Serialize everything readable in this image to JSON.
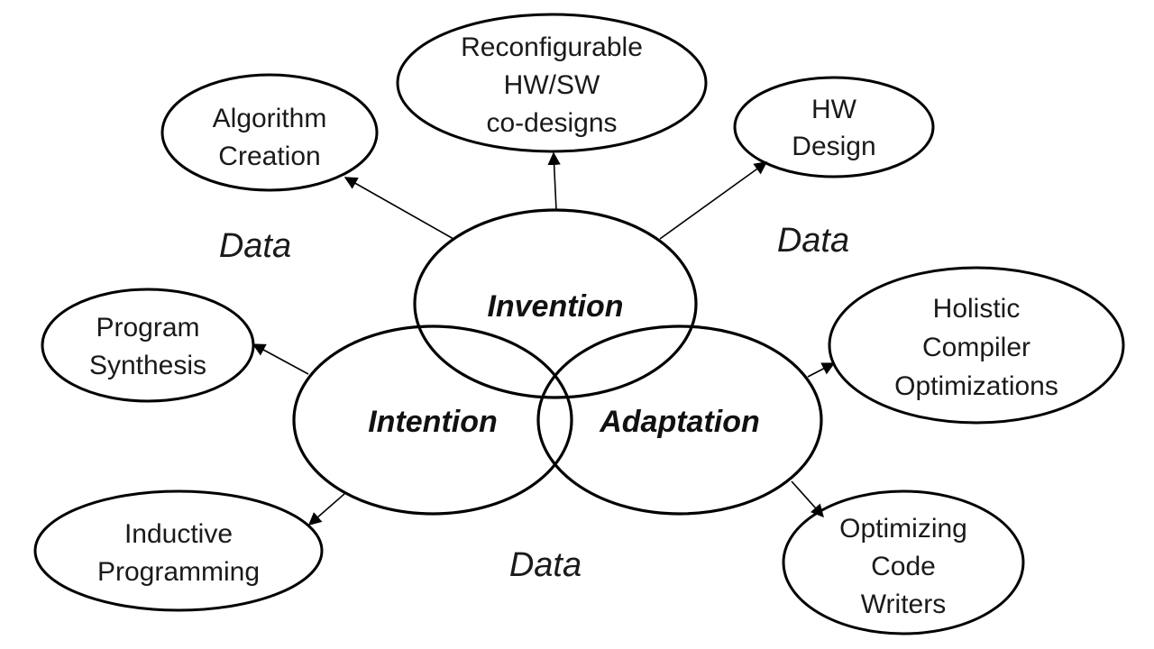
{
  "diagram": {
    "core": {
      "invention": "Invention",
      "intention": "Intention",
      "adaptation": "Adaptation"
    },
    "nodes": {
      "algorithm_creation": [
        "Algorithm",
        "Creation"
      ],
      "reconfigurable": [
        "Reconfigurable",
        "HW/SW",
        "co-designs"
      ],
      "hw_design": [
        "HW",
        "Design"
      ],
      "program_synthesis": [
        "Program",
        "Synthesis"
      ],
      "holistic_compiler": [
        "Holistic",
        "Compiler",
        "Optimizations"
      ],
      "inductive_programming": [
        "Inductive",
        "Programming"
      ],
      "optimizing_code": [
        "Optimizing",
        "Code",
        "Writers"
      ]
    },
    "data_labels": [
      "Data",
      "Data",
      "Data"
    ]
  }
}
